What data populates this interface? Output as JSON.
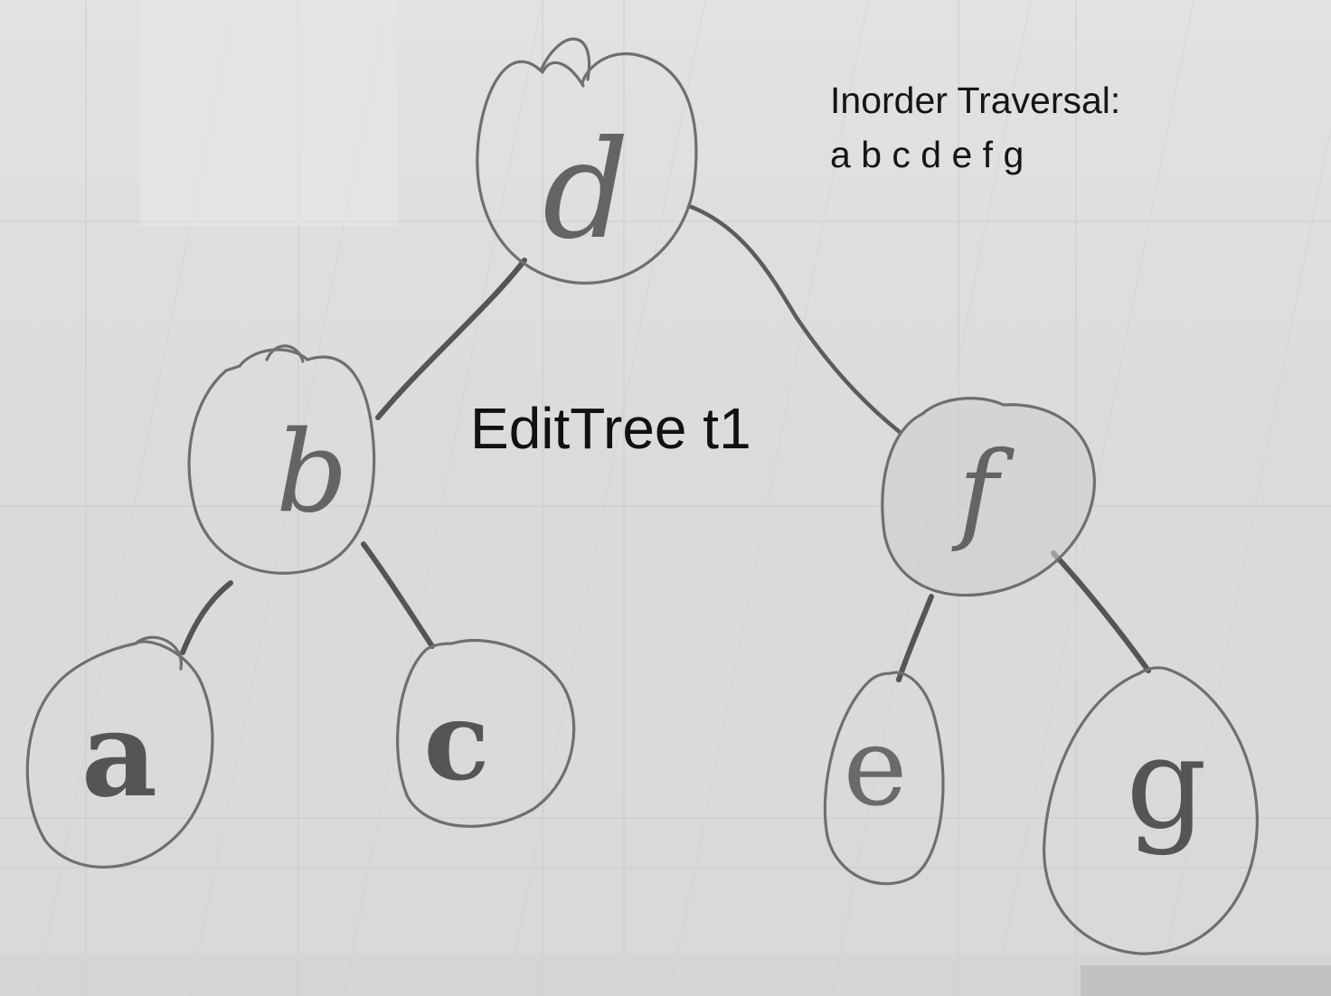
{
  "diagram": {
    "traversal_title": "Inorder Traversal:",
    "traversal_sequence": "a b c d e f g",
    "tree_title": "EditTree t1",
    "nodes": [
      {
        "id": "d",
        "label": "d"
      },
      {
        "id": "b",
        "label": "b"
      },
      {
        "id": "f",
        "label": "f"
      },
      {
        "id": "a",
        "label": "a"
      },
      {
        "id": "c",
        "label": "c"
      },
      {
        "id": "e",
        "label": "e"
      },
      {
        "id": "g",
        "label": "g"
      }
    ],
    "edges": [
      {
        "from": "d",
        "to": "b"
      },
      {
        "from": "d",
        "to": "f"
      },
      {
        "from": "b",
        "to": "a"
      },
      {
        "from": "b",
        "to": "c"
      },
      {
        "from": "f",
        "to": "e"
      },
      {
        "from": "f",
        "to": "g"
      }
    ]
  },
  "colors": {
    "paper": "#dcdcdc",
    "pencil": "#6f6f6f",
    "text": "#151515"
  }
}
